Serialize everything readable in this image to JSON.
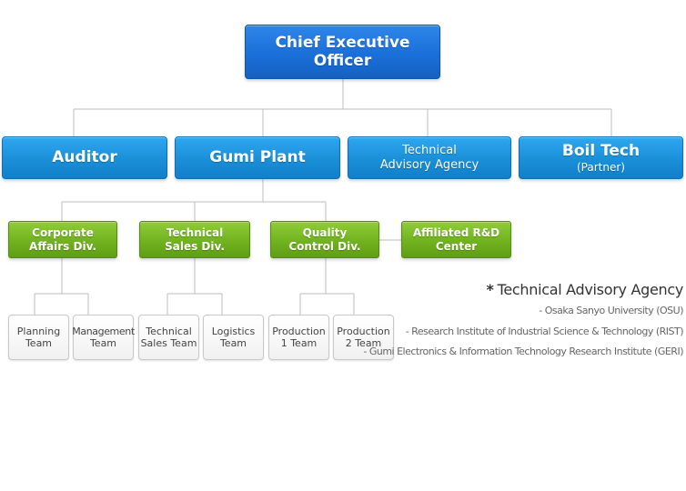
{
  "ceo": {
    "line1": "Chief Executive",
    "line2": "Officer"
  },
  "level1": {
    "auditor": "Auditor",
    "gumi_plant": "Gumi Plant",
    "technical_advisory": {
      "line1": "Technical",
      "line2": "Advisory Agency"
    },
    "boil_tech": {
      "line1": "Boil Tech",
      "line2": "(Partner)"
    }
  },
  "divisions": {
    "corporate": {
      "line1": "Corporate",
      "line2": "Affairs Div."
    },
    "technical_sales": {
      "line1": "Technical",
      "line2": "Sales Div."
    },
    "quality": {
      "line1": "Quality",
      "line2": "Control Div."
    },
    "rnd": {
      "line1": "Affiliated R&D",
      "line2": "Center"
    }
  },
  "teams": {
    "planning": {
      "line1": "Planning",
      "line2": "Team"
    },
    "management": {
      "line1": "Management",
      "line2": "Team"
    },
    "technical_sales_team": {
      "line1": "Technical",
      "line2": "Sales Team"
    },
    "logistics": {
      "line1": "Logistics",
      "line2": "Team"
    },
    "production1": {
      "line1": "Production",
      "line2": "1 Team"
    },
    "production2": {
      "line1": "Production",
      "line2": "2 Team"
    }
  },
  "advisory_note": {
    "star": "*",
    "title": "Technical Advisory Agency",
    "items": [
      "- Osaka Sanyo University (OSU)",
      "- Research Institute of Industrial Science & Technology (RIST)",
      "- Gumi Electronics & Information Technology Research Institute (GERI)"
    ]
  },
  "colors": {
    "ceo_blue": "#1b6fd8",
    "level1_blue": "#1a8fd8",
    "division_green": "#71b21f",
    "team_border": "#c9c9c9",
    "connector": "#bdbdbd"
  }
}
